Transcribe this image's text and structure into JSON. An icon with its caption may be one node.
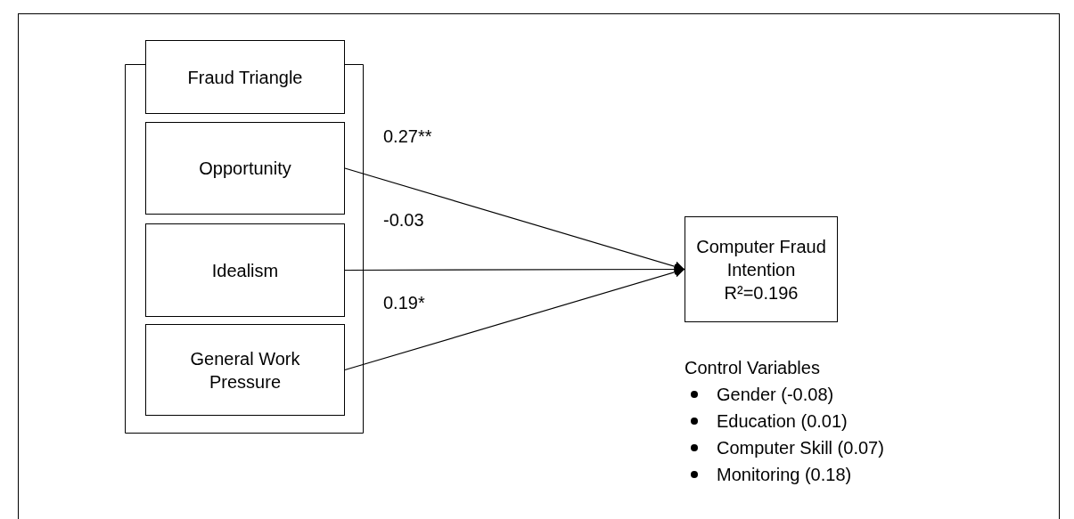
{
  "diagram": {
    "nodes": [
      {
        "text": [
          "Fraud Triangle"
        ]
      },
      {
        "text": [
          "Opportunity"
        ],
        "in": 0
      },
      {
        "text": [
          "Idealism"
        ],
        "in": 0
      },
      {
        "text": [
          "General Work Pressure"
        ],
        "in": 0
      },
      {
        "text": [
          "Computer Fraud Intention",
          "R²=0.196"
        ]
      }
    ],
    "edges": [
      {
        "from": 1,
        "to": 4,
        "arrow": "to",
        "label": "0.27**"
      },
      {
        "from": 2,
        "to": 4,
        "arrow": "to",
        "label": "-0.03"
      },
      {
        "from": 3,
        "to": 4,
        "arrow": "to",
        "label": "0.19*"
      }
    ],
    "labels": [
      "Control Variables",
      "Gender (-0.08)",
      "Education (0.01)",
      "Computer Skill (0.07)",
      "Monitoring (0.18)"
    ]
  }
}
